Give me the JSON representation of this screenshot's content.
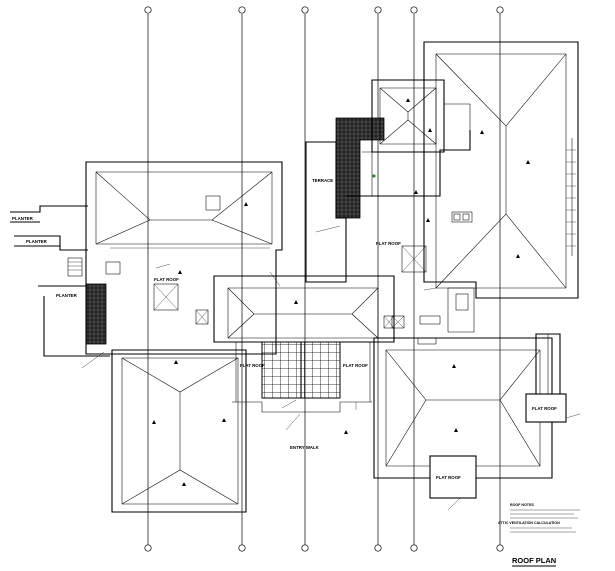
{
  "labels": {
    "planter_1": "PLANTER",
    "planter_2": "PLANTER",
    "planter_3": "PLANTER",
    "terrace": "TERRACE",
    "flat_roof_1": "FLAT ROOF",
    "flat_roof_2": "FLAT ROOF",
    "flat_roof_3": "FLAT ROOF",
    "flat_roof_4": "FLAT ROOF",
    "flat_roof_5": "FLAT ROOF",
    "flat_roof_6": "FLAT ROOF",
    "entry_walk": "ENTRY WALK"
  },
  "notes": {
    "heading_1": "ROOF NOTES",
    "heading_2": "ATTIC VENTILATION CALCULATION"
  },
  "title": {
    "main": "ROOF PLAN"
  }
}
